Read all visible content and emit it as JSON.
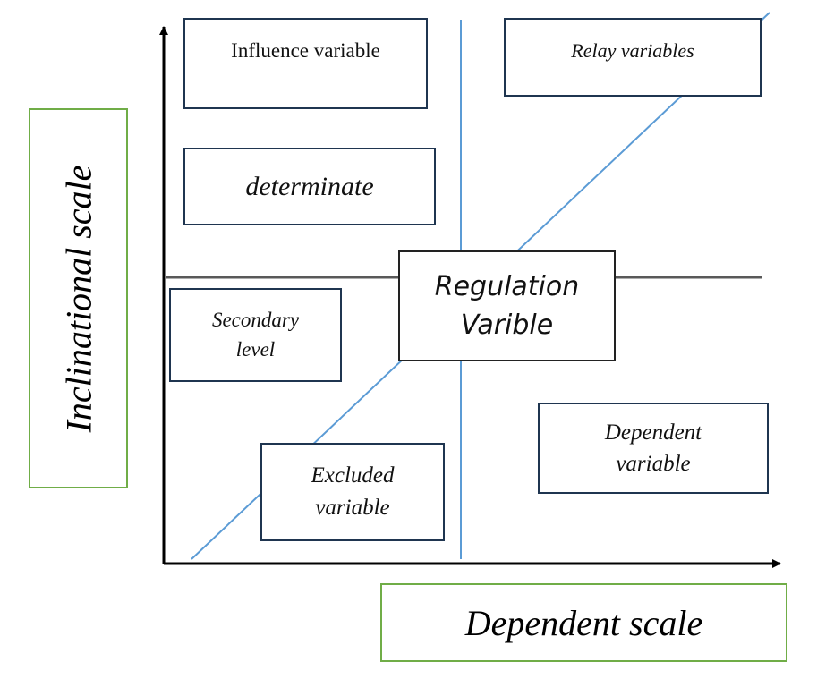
{
  "diagram": {
    "axes": {
      "y_label": "Inclinational scale",
      "x_label": "Dependent scale"
    },
    "boxes": {
      "influence": "Influence variable",
      "relay": "Relay variables",
      "determinate": "determinate",
      "regulation_line1": "Regulation",
      "regulation_line2": "Varible",
      "secondary_line1": "Secondary",
      "secondary_line2": "level",
      "dependent_line1": "Dependent",
      "dependent_line2": "variable",
      "excluded_line1": "Excluded",
      "excluded_line2": "variable"
    },
    "colors": {
      "divider_vertical": "#5b9bd5",
      "divider_horizontal": "#595959",
      "diagonal": "#5b9bd5",
      "axis": "#000000",
      "legend_border": "#70ad47",
      "box_border": "#1f3550"
    }
  }
}
